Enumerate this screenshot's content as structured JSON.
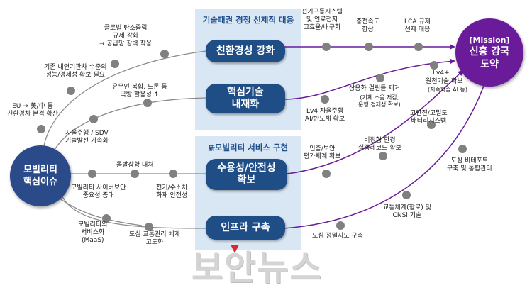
{
  "panels": {
    "top_title": "기술패권 경쟁 선제적 대응",
    "bottom_title_prefix": "新",
    "bottom_title": "모빌리티 서비스 구현"
  },
  "hub": {
    "line1": "모빌리티",
    "line2": "핵심이슈",
    "color": "#2a4a8a"
  },
  "mission": {
    "tag": "[Mission]",
    "line1": "신흥 강국",
    "line2": "도약",
    "color": "#6a1b9a"
  },
  "boxes": {
    "eco": "친환경성 강화",
    "core_line1": "핵심기술",
    "core_line2": "내재화",
    "accept_line1": "수용성/안전성",
    "accept_line2": "확보",
    "infra": "인프라 구축"
  },
  "left_labels": {
    "global_carbon": "글로벌 탄소중립\n규제 강화\n→ 공급망 장벽 작용",
    "existing_engine": "기존 내연기관차 수준의\n성능/경제성 확보 필요",
    "eu_us_china": "EU → 美/中 등\n친환경차 본격 확산",
    "oil_complex": "유무인 복합, 드론 등\n국방 활용성 ↑",
    "autonomous_sdv": "자율주행 / SDV\n기술발전 가속화",
    "accident": "돌발상황 대처",
    "cyber": "모빌리티 사이버보안\n중요성 증대",
    "ev_hydrogen": "전기/수소차\n화재 안전성",
    "maas": "모빌리티의\n서비스화\n(MaaS)",
    "urban_traffic": "도심 교통관리 체계\n고도화"
  },
  "right_labels": {
    "powertrain": "전기구동시스템\n및 연료전지\n고효율/내구화",
    "charging": "충전속도\n향상",
    "lca": "LCA 규제\n선제 대응",
    "lv4_auto": "Lv4 자율주행\nAI/반도체 확보",
    "commercial": "상용화 걸림돌 제거",
    "commercial_sub": "(기체 소음 저감,\n운행 경제성 확보)",
    "lv4_plus": "Lv4+",
    "source_tech": "원천기술 확보",
    "source_sub": "(지속학습 AI 등)",
    "cert": "인증/보안\n평가체계 확보",
    "abnormal": "비정형 환경\n실증레코드 확보",
    "battery": "고안전/고밀도\n배터리시스템",
    "precision_map": "도심 정밀지도 구축",
    "traffic_cnsi": "교통체계(항로) 및\nCNSi 기술",
    "testbed": "도심 비테포트\n구축 및 통합관리"
  },
  "watermark": "보안뉴스",
  "colors": {
    "panel": "#d9e6f4",
    "box": "#1f4d86",
    "node": "#808080",
    "wire": "#8a8a8a",
    "arrow": "#6a1b9a",
    "watermark_dot": "#e0252b"
  }
}
